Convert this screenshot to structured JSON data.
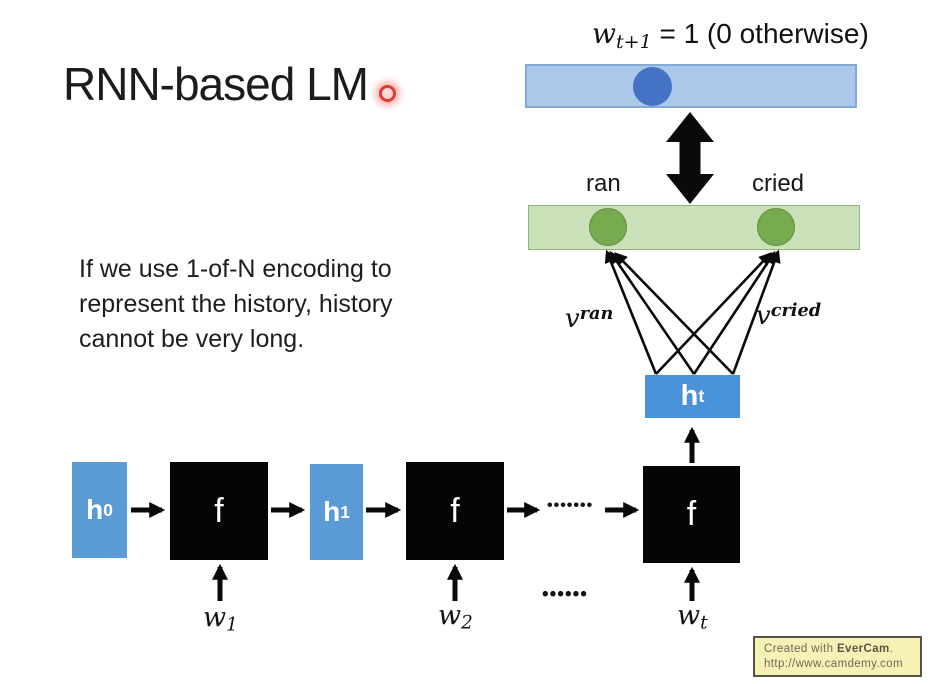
{
  "title": "RNN-based LM",
  "note": {
    "lines": [
      "If we use 1-of-N encoding to",
      "represent the history, history",
      "cannot be very long."
    ]
  },
  "formula": {
    "base": "w",
    "sub": "t+1",
    "rest": " = 1 (0 otherwise)"
  },
  "output_layer": {
    "ran": "ran",
    "cried": "cried"
  },
  "weight_labels": {
    "left_base": "v",
    "left_sup": "ran",
    "right_base": "v",
    "right_sup": "cried"
  },
  "hidden_state": {
    "base": "h",
    "sup": "t"
  },
  "chain": {
    "h0_base": "h",
    "h0_sup": "0",
    "f1": "f",
    "h1_base": "h",
    "h1_sup": "1",
    "f2": "f",
    "mid_dots": "•••••••",
    "f3": "f"
  },
  "inputs": {
    "w1_base": "w",
    "w1_sub": "1",
    "w2_base": "w",
    "w2_sub": "2",
    "dots": "••••••",
    "wt_base": "w",
    "wt_sub": "t"
  },
  "watermark": {
    "prefix": "Created with ",
    "brand": "EverCam",
    "suffix": ".",
    "url": "http://www.camdemy.com"
  },
  "colors": {
    "bar-blue-fill": "#abc8ea",
    "bar-blue-border": "#82aad6",
    "circle-blue": "#4472c4",
    "bar-green-fill": "#c9e0b8",
    "bar-green-border": "#8eba74",
    "circle-green": "#77ab50",
    "circle-green-border": "#608c40",
    "hidden-blue": "#4b93d8",
    "chain-blue": "#5b9bd5",
    "ink": "#141414",
    "laser-red": "#e23a34",
    "watermark-bg": "#f6f2b5",
    "watermark-border": "#555246",
    "watermark-text": "#6e685a"
  }
}
